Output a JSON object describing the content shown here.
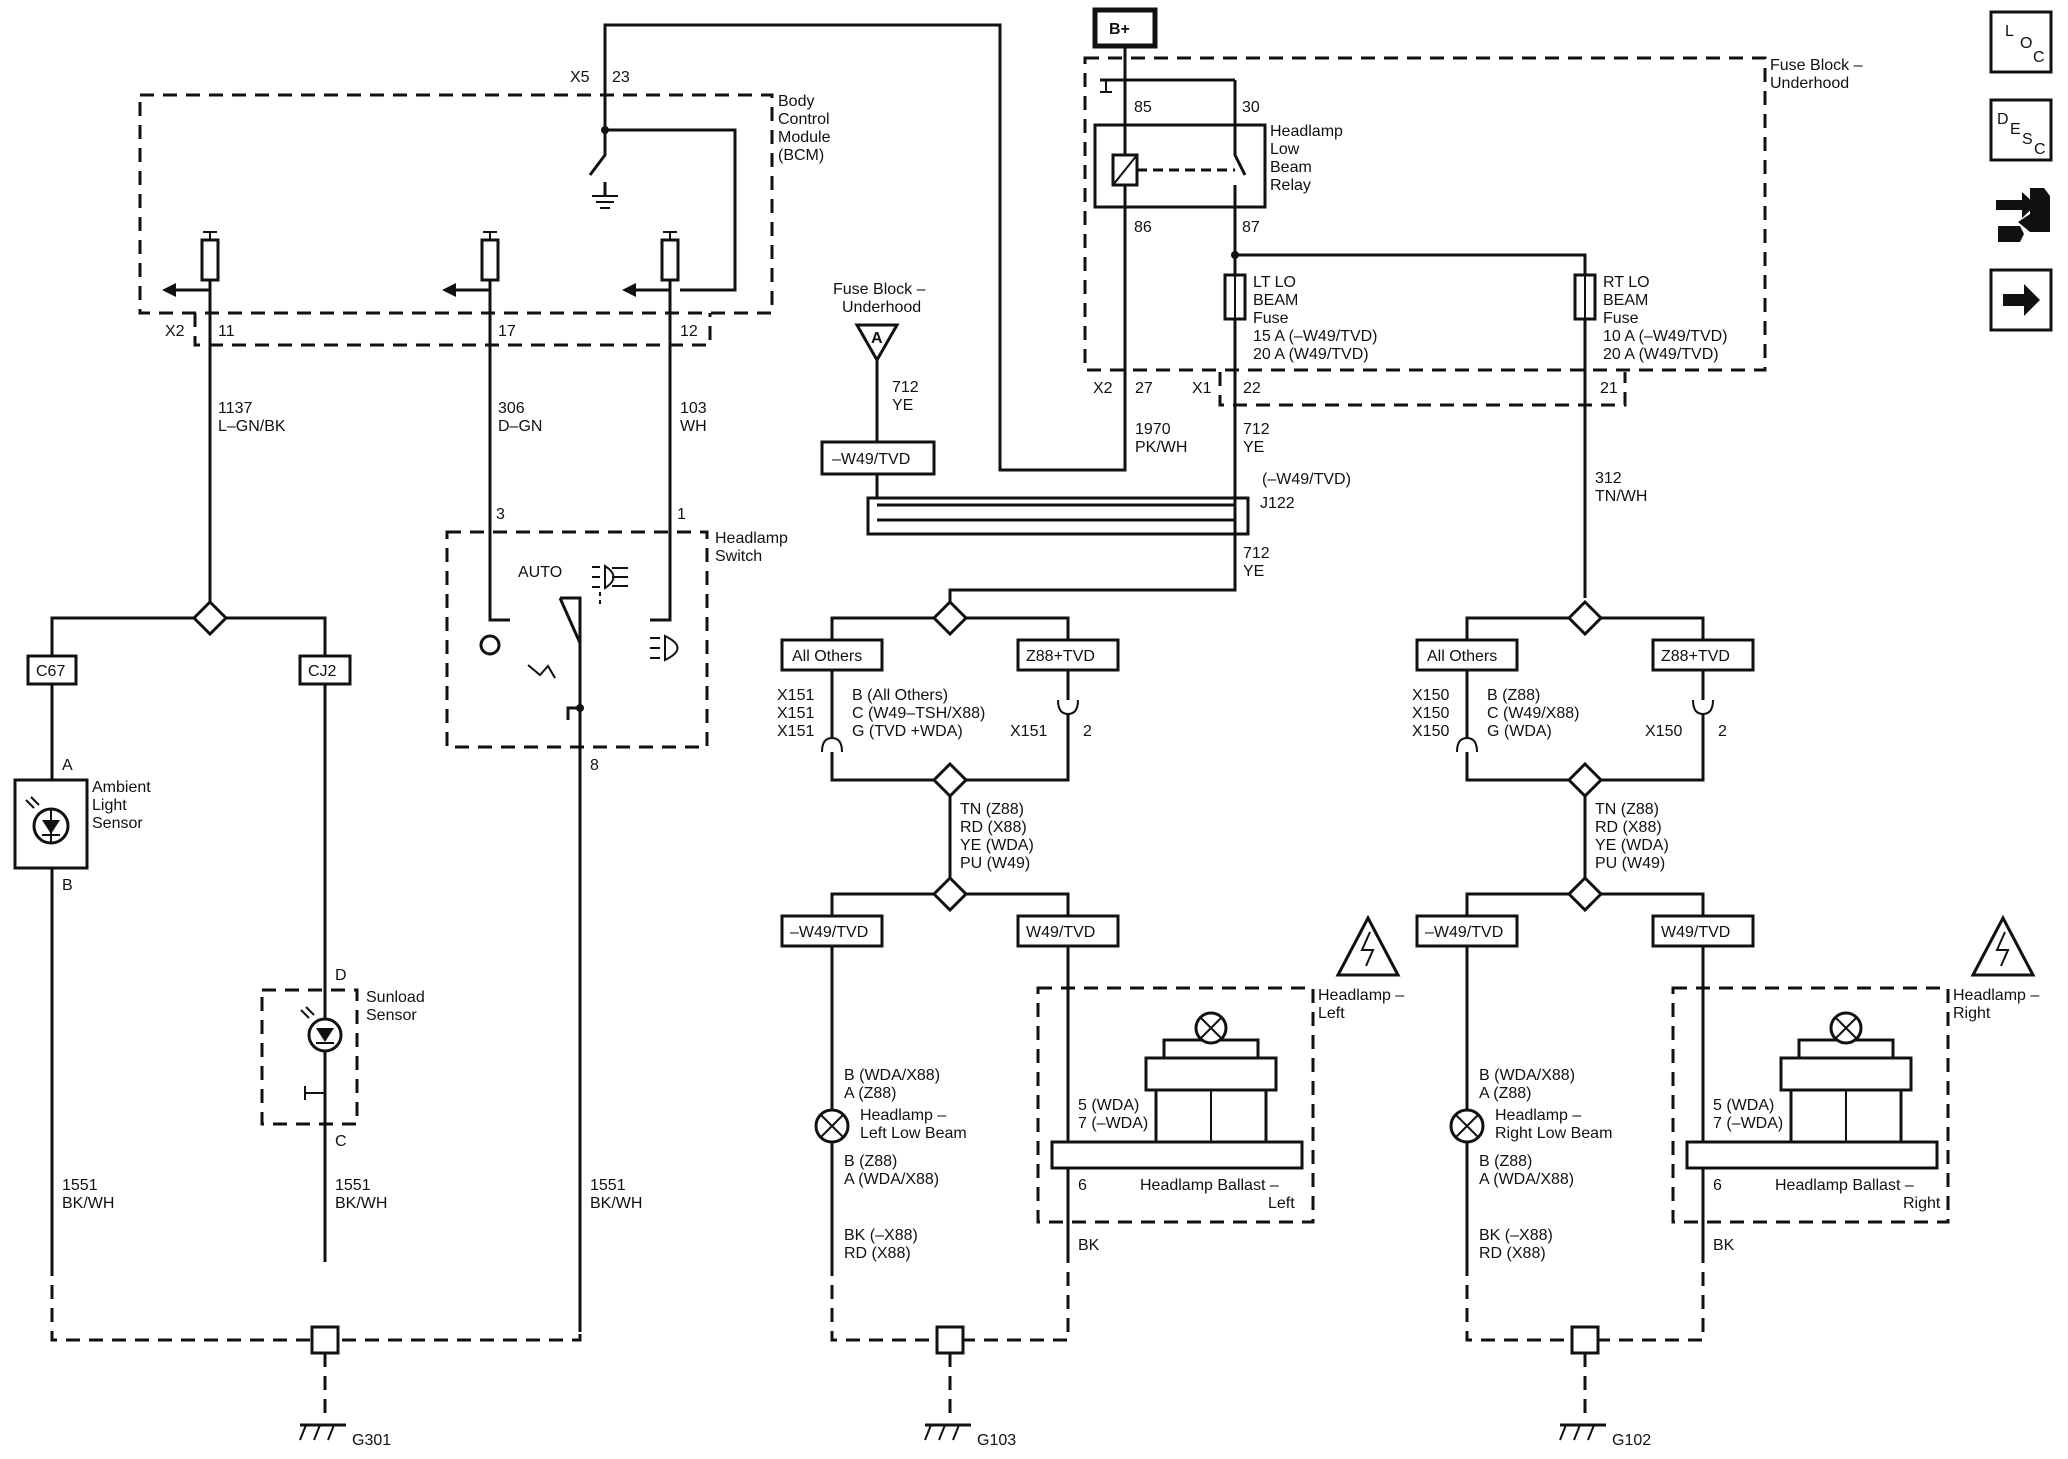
{
  "nav_icons": {
    "loc": [
      "L",
      "O",
      "C"
    ],
    "desc": [
      "D",
      "E",
      "S",
      "C"
    ]
  },
  "power": {
    "battery": "B+"
  },
  "bcm": {
    "label": [
      "Body",
      "Control",
      "Module",
      "(BCM)"
    ],
    "conn_top": "X5",
    "pin_top": "23",
    "conn_bottom": "X2",
    "pins": [
      "11",
      "17",
      "12"
    ]
  },
  "fuse_block_top": {
    "label": [
      "Fuse Block –",
      "Underhood"
    ],
    "relay": {
      "pins": [
        "85",
        "30",
        "86",
        "87"
      ],
      "label": [
        "Headlamp",
        "Low",
        "Beam",
        "Relay"
      ]
    },
    "lt_fuse": [
      "LT LO",
      "BEAM",
      "Fuse",
      "15 A (–W49/TVD)",
      "20 A (W49/TVD)"
    ],
    "rt_fuse": [
      "RT LO",
      "BEAM",
      "Fuse",
      "10 A (–W49/TVD)",
      "20 A (W49/TVD)"
    ],
    "conns": [
      "X2",
      "27",
      "X1",
      "22",
      "21"
    ]
  },
  "fuse_block_side": {
    "label": [
      "Fuse Block –",
      "Underhood"
    ],
    "symbol": "A",
    "wire": [
      "712",
      "YE"
    ],
    "option": "–W49/TVD"
  },
  "wires": {
    "bcm11": [
      "1137",
      "L–GN/BK"
    ],
    "bcm17": [
      "306",
      "D–GN"
    ],
    "bcm12": [
      "103",
      "WH"
    ],
    "relay86": [
      "1970",
      "PK/WH"
    ],
    "fuse22": [
      "712",
      "YE"
    ],
    "splice_opt": "(–W49/TVD)",
    "splice": "J122",
    "after_splice": [
      "712",
      "YE"
    ],
    "fuse21": [
      "312",
      "TN/WH"
    ]
  },
  "headlamp_switch": {
    "label": [
      "Headlamp",
      "Switch"
    ],
    "pins": [
      "3",
      "1",
      "8"
    ],
    "auto": "AUTO"
  },
  "sensors": {
    "conn_left": "C67",
    "conn_right": "CJ2",
    "ambient_pins": [
      "A",
      "B"
    ],
    "ambient_label": [
      "Ambient",
      "Light",
      "Sensor"
    ],
    "sunload_pins": [
      "D",
      "C"
    ],
    "sunload_label": [
      "Sunload",
      "Sensor"
    ]
  },
  "left_channel": {
    "opt_a": "All Others",
    "opt_b": "Z88+TVD",
    "conn_lines": [
      "X151",
      "X151",
      "X151"
    ],
    "pin_lines": [
      "B (All Others)",
      "C (W49–TSH/X88)",
      "G (TVD +WDA)"
    ],
    "conn_b": "X151",
    "pin_b": "2",
    "color_lines": [
      "TN (Z88)",
      "RD (X88)",
      "YE (WDA)",
      "PU (W49)"
    ],
    "opt_c": "–W49/TVD",
    "opt_d": "W49/TVD",
    "lamp_pins_top": [
      "B (WDA/X88)",
      "A (Z88)"
    ],
    "lamp_label": [
      "Headlamp –",
      "Left Low Beam"
    ],
    "lamp_pins_bottom": [
      "B (Z88)",
      "A (WDA/X88)"
    ],
    "ground_wire": [
      "BK (–X88)",
      "RD (X88)"
    ],
    "ballast_pins": [
      "5 (WDA)",
      "7 (–WDA)"
    ],
    "ballast_pin6": "6",
    "ballast_label": [
      "Headlamp Ballast –",
      "Left"
    ],
    "headlamp_label": [
      "Headlamp –",
      "Left"
    ],
    "ballast_wire": "BK",
    "ground": "G103"
  },
  "right_channel": {
    "opt_a": "All Others",
    "opt_b": "Z88+TVD",
    "conn_lines": [
      "X150",
      "X150",
      "X150"
    ],
    "pin_lines": [
      "B (Z88)",
      "C (W49/X88)",
      "G (WDA)"
    ],
    "conn_b": "X150",
    "pin_b": "2",
    "color_lines": [
      "TN (Z88)",
      "RD (X88)",
      "YE (WDA)",
      "PU (W49)"
    ],
    "opt_c": "–W49/TVD",
    "opt_d": "W49/TVD",
    "lamp_pins_top": [
      "B (WDA/X88)",
      "A (Z88)"
    ],
    "lamp_label": [
      "Headlamp –",
      "Right Low Beam"
    ],
    "lamp_pins_bottom": [
      "B (Z88)",
      "A (WDA/X88)"
    ],
    "ground_wire": [
      "BK (–X88)",
      "RD (X88)"
    ],
    "ballast_pins": [
      "5 (WDA)",
      "7 (–WDA)"
    ],
    "ballast_pin6": "6",
    "ballast_label": [
      "Headlamp Ballast –",
      "Right"
    ],
    "headlamp_label": [
      "Headlamp –",
      "Right"
    ],
    "ballast_wire": "BK",
    "ground": "G102"
  },
  "bottom_left": {
    "wires": [
      [
        "1551",
        "BK/WH"
      ],
      [
        "1551",
        "BK/WH"
      ],
      [
        "1551",
        "BK/WH"
      ]
    ],
    "ground": "G301"
  }
}
